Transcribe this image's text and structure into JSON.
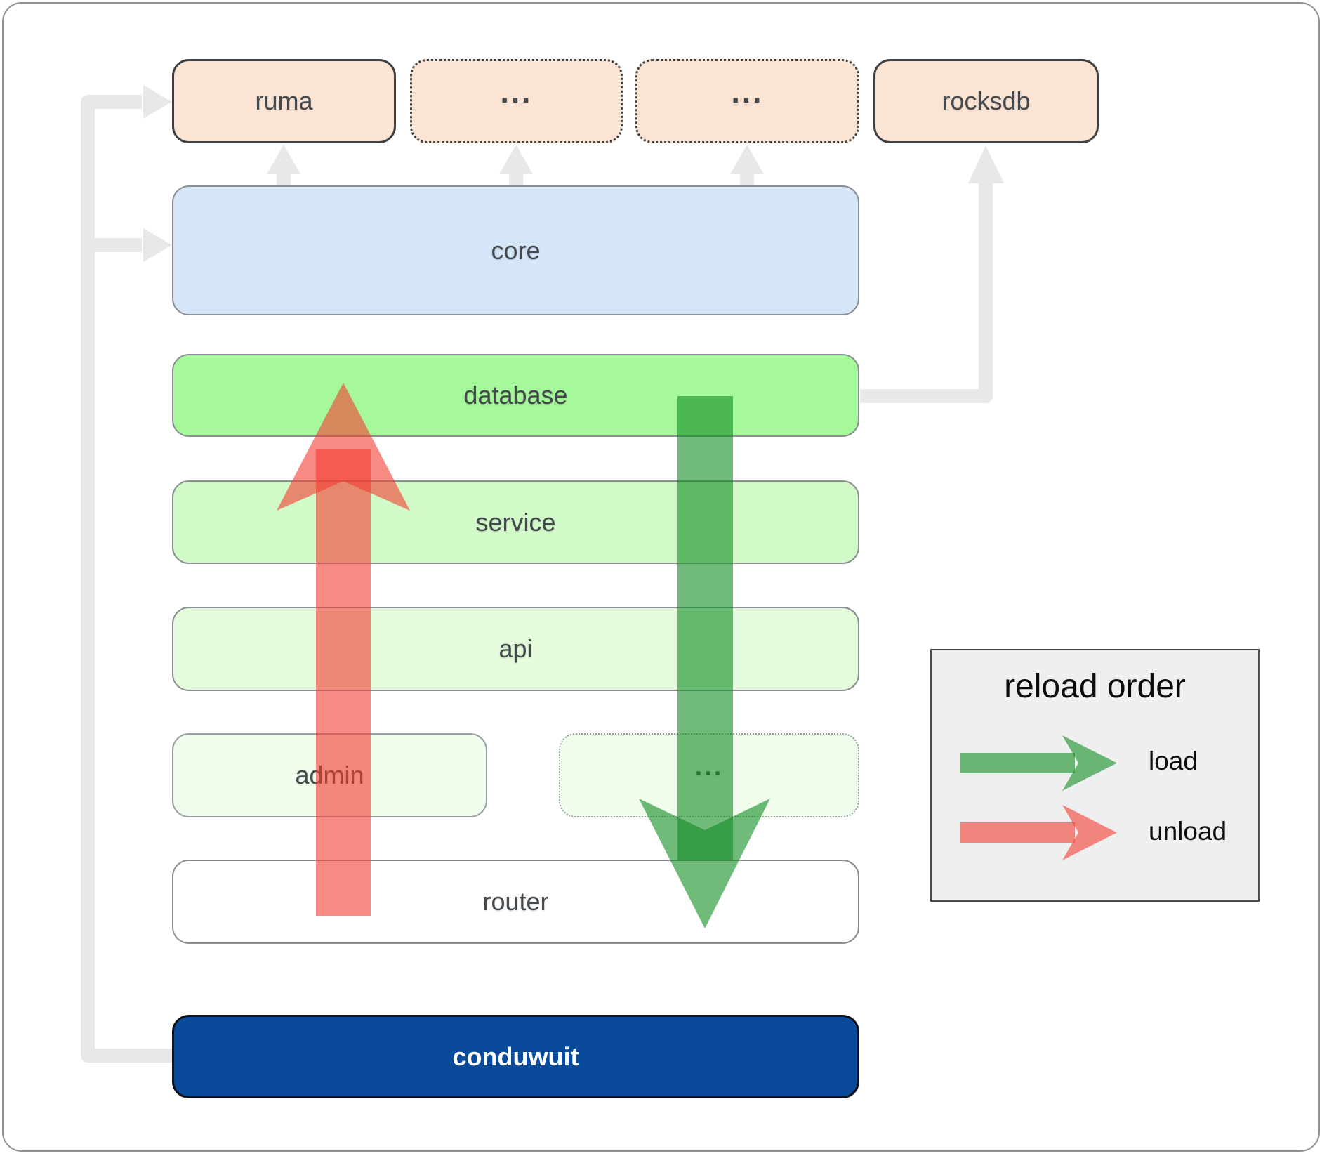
{
  "boxes": {
    "ruma": "ruma",
    "ellipsis_top_1": "...",
    "ellipsis_top_2": "...",
    "rocksdb": "rocksdb",
    "core": "core",
    "database": "database",
    "service": "service",
    "api": "api",
    "admin": "admin",
    "ellipsis_admin": "...",
    "router": "router",
    "conduwuit": "conduwuit"
  },
  "legend": {
    "title": "reload order",
    "load_label": "load",
    "unload_label": "unload"
  },
  "colors": {
    "peach": "#FCE4D4",
    "peach-border": "#3D4245",
    "blue": "#D5E6F8",
    "green-bright": "#A6F99B",
    "green-light": "#D1FAC8",
    "green-lighter": "#E4FCDB",
    "green-faint": "#F1FDEC",
    "navy": "#0A4A9B",
    "connector-gray": "#E8E8E8",
    "load-green": "#108C22",
    "unload-red": "#F43C32",
    "arrow-opacity": "0.6",
    "box-border-gray": "#8A8F94",
    "label-gray": "#44494D",
    "legend-bg": "#EFEFEF"
  }
}
